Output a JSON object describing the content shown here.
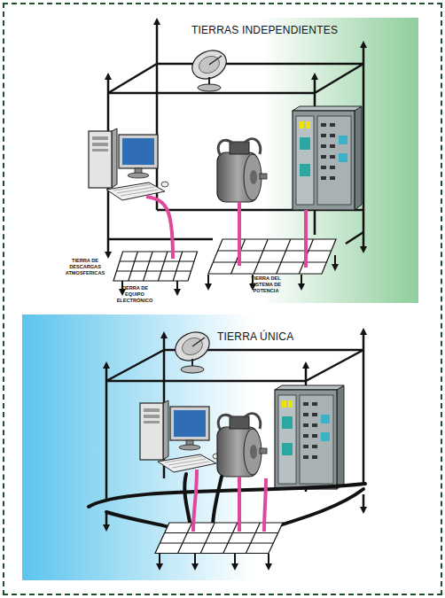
{
  "diagram": {
    "nodes": [
      {
        "text": [
          "TIERRAS INDEPENDIENTES"
        ]
      },
      {
        "text": [
          "TIERRA ÚNICA"
        ]
      }
    ],
    "labels": [
      "TIERRA DE DESCARGAS ATMOSFERICAS",
      "TIERRA DE EQUIPO ELECTRÓNICO",
      "TIERRA DEL SISTEMA DE POTENCIA"
    ]
  }
}
